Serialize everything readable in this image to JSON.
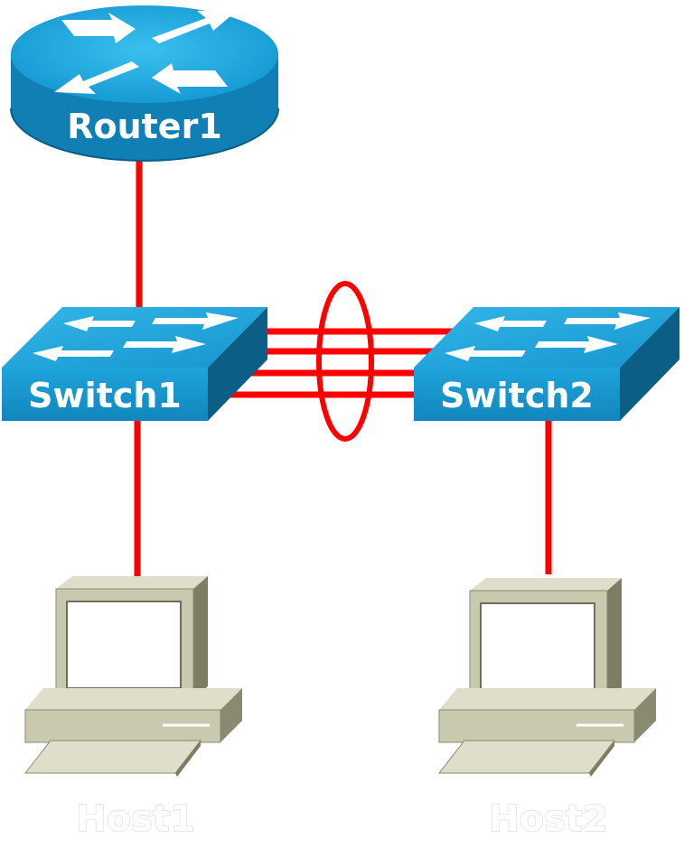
{
  "diagram": {
    "router": {
      "label": "Router1",
      "icon": "router-icon"
    },
    "switches": [
      {
        "label": "Switch1",
        "icon": "switch-icon"
      },
      {
        "label": "Switch2",
        "icon": "switch-icon"
      }
    ],
    "hosts": [
      {
        "label": "Host1",
        "icon": "workstation-icon"
      },
      {
        "label": "Host2",
        "icon": "workstation-icon"
      }
    ],
    "links": [
      {
        "from": "Router1",
        "to": "Switch1"
      },
      {
        "from": "Switch1",
        "to": "Host1"
      },
      {
        "from": "Switch2",
        "to": "Host2"
      },
      {
        "from": "Switch1",
        "to": "Switch2",
        "count": 4,
        "bundled": true
      }
    ],
    "colors": {
      "link": "#ff0000",
      "device_blue": "#1aa2db",
      "device_dark": "#0c5e86",
      "host_beige": "#c9c9b0"
    }
  }
}
